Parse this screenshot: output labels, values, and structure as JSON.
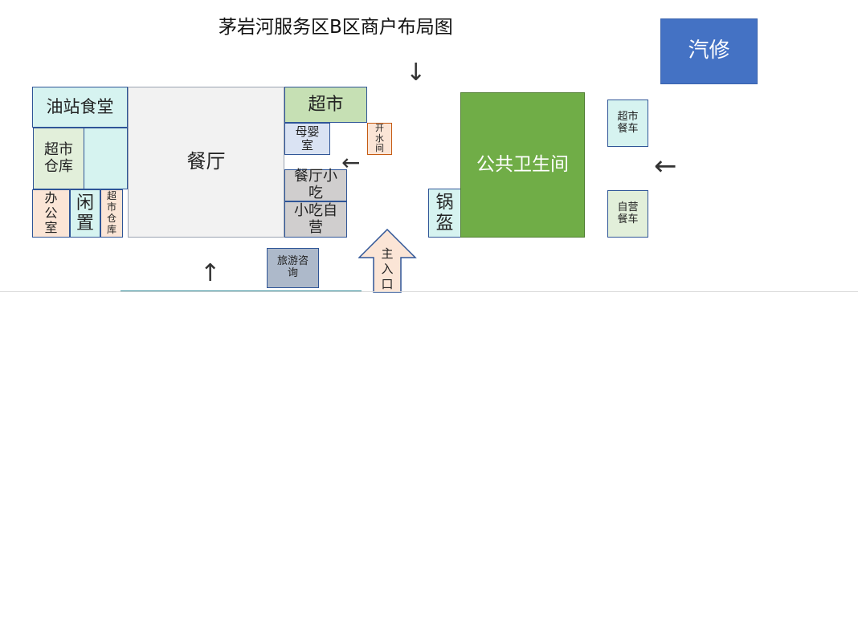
{
  "title": "茅岩河服务区B区商户布局图",
  "areas": {
    "auto_repair": "汽修",
    "oil_canteen": "油站食堂",
    "supermarket_warehouse": "超市仓库",
    "office": "办公室",
    "idle": "闲置",
    "supermarket_warehouse_small": "超市仓库",
    "restaurant": "餐厅",
    "supermarket": "超市",
    "mother_baby_room": "母婴室",
    "hot_water_room": "开水间",
    "restaurant_snack": "餐厅小吃",
    "self_run_snack": "小吃自营",
    "tourist_info": "旅游咨询",
    "main_entrance": "主入口",
    "boiler": "锅盔",
    "public_toilet": "公共卫生间",
    "supermarket_food_cart": "超市餐车",
    "self_run_food_cart": "自营餐车"
  },
  "colors": {
    "auto_repair": "#4472c4",
    "public_toilet": "#70ad47",
    "light_cyan": "#d6f3f0",
    "light_green": "#c6e0b4",
    "gray": "#f2f2f2",
    "light_blue": "#dae3f3",
    "peach": "#fbe5d6",
    "mid_gray": "#d0cece",
    "slate": "#adb9ca"
  }
}
